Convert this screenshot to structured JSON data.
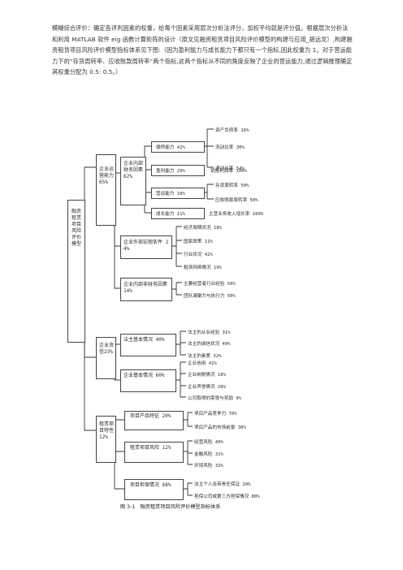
{
  "paragraph": "模糊综合评价：确定各评判因素的权重，给每个因素采用层次分析法评分，加权平均就是评分值。根据层次分析法和利用 MATLAB 软件 eig 函数计算矩阵的设计（原文见融资租赁项目风险评价模型的构建与应用_胡远龙）,构建融资租赁项目风险评价模型指标体系见下图:（因为盈利能力与成长能力下都只有一个指标,因此权重为 1。对于营运能力下的“存货周转率、应收账款周转率”两个指标,这两个指标从不同的角度反映了企业的营运能力,通过逻辑推理确定其权重分配为 0.5: 0.5。）",
  "figure": {
    "root": "融资租赁项目风险评价模型",
    "groups": [
      {
        "label": "企业运营能力65%",
        "subgroups": [
          {
            "label": "企业内部财务因素62%",
            "items": [
              {
                "label": "偿债能力 42%",
                "leaves": [
                  "资产负债率 16%",
                  "流动比率 30%",
                  "速动比率 54%"
                ]
              },
              {
                "label": "盈利能力 29%",
                "leaves": [
                  "销售利润率 100%"
                ]
              },
              {
                "label": "营运能力 18%",
                "leaves": [
                  "存货周转率 50%",
                  "应收账款周转率 50%"
                ]
              },
              {
                "label": "成长能力 11%",
                "leaves": [
                  "主营业务收入增长率 100%"
                ]
              }
            ]
          },
          {
            "label": "企业外部宏观条件 24%",
            "leaves": [
              "经济周期状况 18%",
              "国家政策 11%",
              "行业状况 42%",
              "租赁网络情况 19%"
            ]
          },
          {
            "label": "企业内部非财务因素 14%",
            "leaves": [
              "主要经营者行业经验 50%",
              "团队凝聚力与执行力 50%"
            ]
          }
        ]
      },
      {
        "label": "企业资信23%",
        "subgroups": [
          {
            "label": "法主基本情况 40%",
            "leaves": [
              "法主的从业经验 31%",
              "法主的诚信状况 49%",
              "法主的素质 32%"
            ]
          },
          {
            "label": "企业基本情况 60%",
            "leaves": [
              "企业信用 41%",
              "企业纳税情况 18%",
              "企业声誉情况 28%",
              "公司取得的荣誉与奖励 9%"
            ]
          }
        ]
      },
      {
        "label": "租赁项目特性12%",
        "subgroups": [
          {
            "label": "项目产品特征 20%",
            "leaves": [
              "项目产品竞争力 70%",
              "项目产品的市场前景 30%"
            ]
          },
          {
            "label": "租赁项目风险 12%",
            "leaves": [
              "经营风险 49%",
              "金融风险 31%",
              "环境风险 32%"
            ]
          },
          {
            "label": "项目担保情况 68%",
            "leaves": [
              "法主个人连带责任保证 20%",
              "担保公司或第三方担保情况 80%"
            ]
          }
        ]
      }
    ]
  },
  "caption": "图 3-1　融资租赁项目风险评价模型指标体系"
}
